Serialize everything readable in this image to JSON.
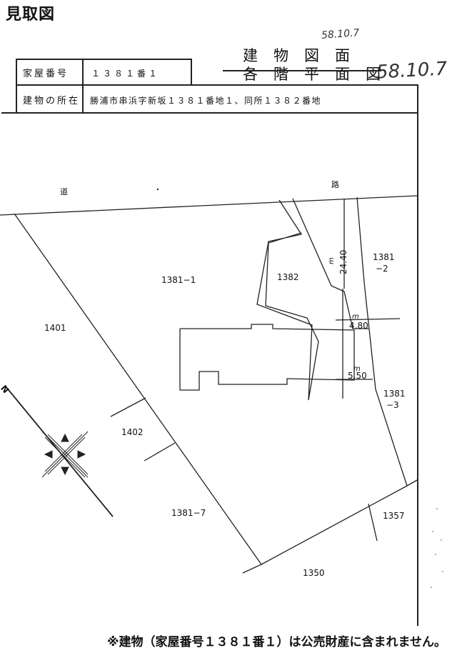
{
  "header": {
    "title": "見取図"
  },
  "form": {
    "house_number_label": "家屋番号",
    "house_number_value": "１３８１番１",
    "location_label": "建物の所在",
    "location_value": "勝浦市串浜字新坂１３８１番地１、同所１３８２番地",
    "drawing_title": "建物図面",
    "struck_title": "各階平面図",
    "handwritten_date_top": "58.10.7",
    "handwritten_date_right": "58.10.7"
  },
  "map": {
    "road_chars": [
      "道",
      "路"
    ],
    "parcels": [
      "1381−1",
      "1382",
      "1381\n−2",
      "1401",
      "1402",
      "1381\n−3",
      "1381−7",
      "1357",
      "1350"
    ],
    "dimensions": [
      "24.40",
      "4.80",
      "5.50"
    ],
    "unit_mark": "m"
  },
  "footer": {
    "note": "※建物（家屋番号１３８１番１）は公売財産に含まれません。"
  }
}
